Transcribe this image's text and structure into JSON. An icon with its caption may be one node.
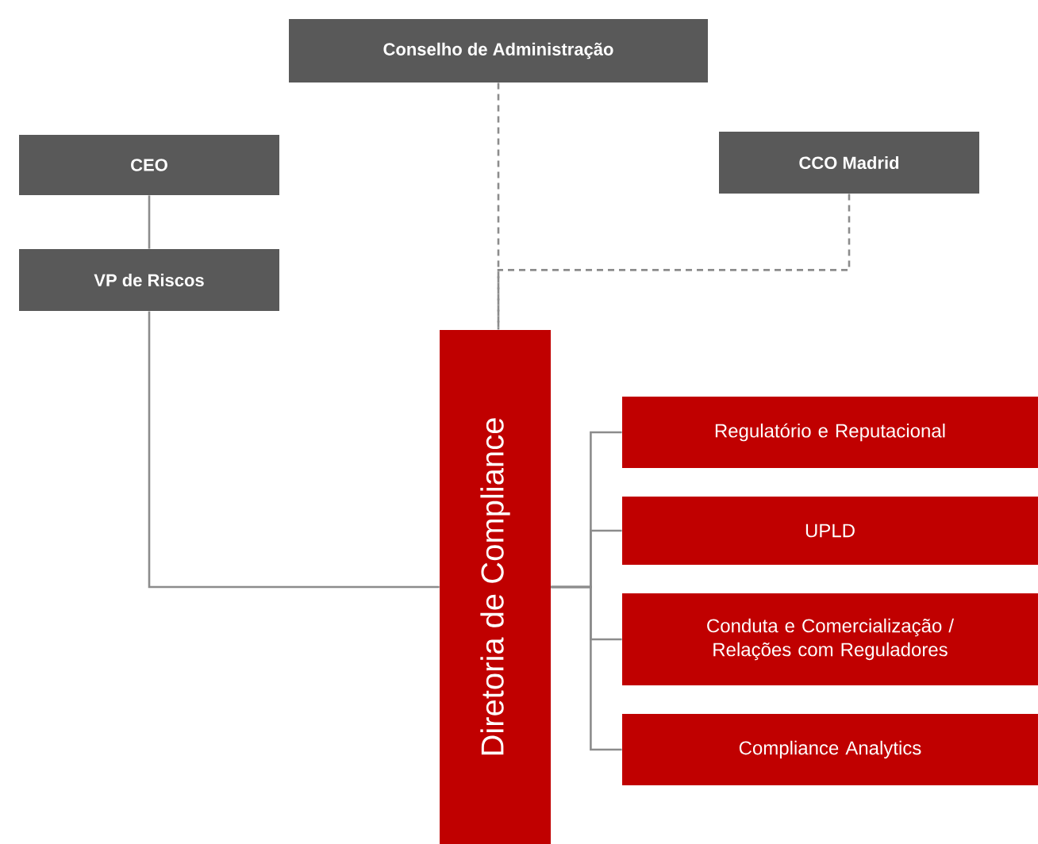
{
  "diagram": {
    "nodes": [
      {
        "text": [
          "Conselho de Administração"
        ]
      },
      {
        "text": [
          "CEO"
        ]
      },
      {
        "text": [
          "CCO Madrid"
        ]
      },
      {
        "text": [
          "VP de Riscos"
        ]
      },
      {
        "text": [
          "Diretoria de Compliance"
        ]
      },
      {
        "text": [
          "Regulatório e Reputacional"
        ]
      },
      {
        "text": [
          "UPLD"
        ]
      },
      {
        "text": [
          "Conduta e Comercialização / Relações com Reguladores"
        ]
      },
      {
        "text": [
          "Compliance Analytics"
        ]
      }
    ],
    "edges": [
      {
        "from": 1,
        "to": 3,
        "arrow": "none"
      },
      {
        "from": 0,
        "to": 4,
        "arrow": "none",
        "style": "dashed"
      },
      {
        "from": 2,
        "to": 4,
        "arrow": "none",
        "style": "dashed"
      },
      {
        "from": 3,
        "to": 4,
        "arrow": "none"
      },
      {
        "from": 4,
        "to": 5,
        "arrow": "none"
      },
      {
        "from": 4,
        "to": 6,
        "arrow": "none"
      },
      {
        "from": 4,
        "to": 7,
        "arrow": "none"
      },
      {
        "from": 4,
        "to": 8,
        "arrow": "none"
      }
    ]
  }
}
